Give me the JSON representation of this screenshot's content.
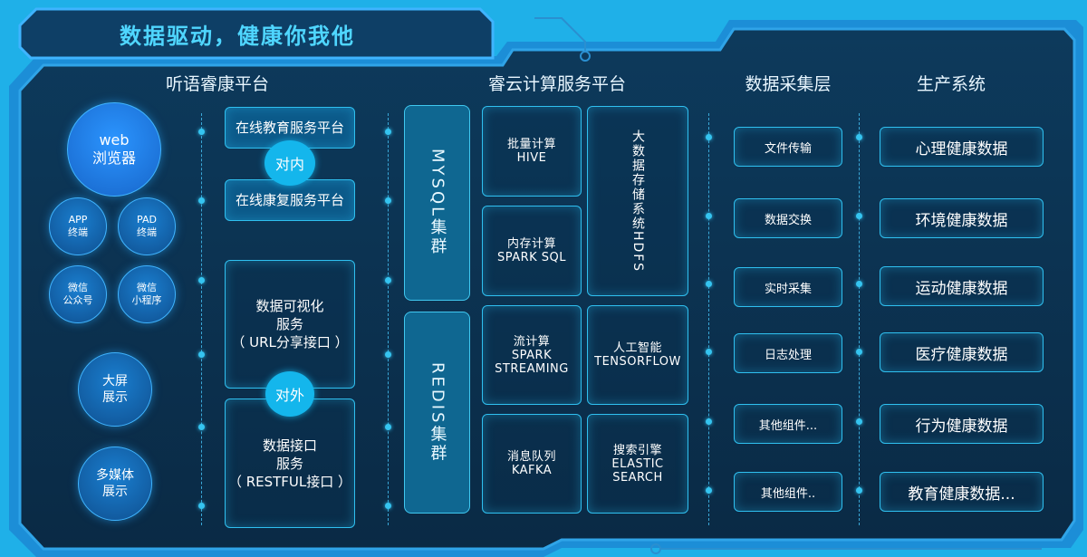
{
  "banner": {
    "title": "数据驱动，健康你我他"
  },
  "sections": {
    "platform": "听语睿康平台",
    "cloud": "睿云计算服务平台",
    "acquisition": "数据采集层",
    "production": "生产系统"
  },
  "clients": {
    "web": [
      "web",
      "浏览器"
    ],
    "app": [
      "APP",
      "终端"
    ],
    "pad": [
      "PAD",
      "终端"
    ],
    "wechat_official": [
      "微信",
      "公众号"
    ],
    "wechat_mini": [
      "微信",
      "小程序"
    ],
    "bigscreen": [
      "大屏",
      "展示"
    ],
    "multimedia": [
      "多媒体",
      "展示"
    ]
  },
  "services": {
    "education": "在线教育服务平台",
    "rehab": "在线康复服务平台",
    "internal": "对内",
    "visualization": [
      "数据可视化",
      "服务",
      "（ URL分享接口 ）"
    ],
    "external": "对外",
    "api": [
      "数据接口",
      "服务",
      "（ RESTFUL接口 ）"
    ]
  },
  "clusters": {
    "mysql": "MYSQL集群",
    "redis": "REDIS集群"
  },
  "compute": {
    "batch": [
      "批量计算",
      "HIVE"
    ],
    "memory": [
      "内存计算",
      "SPARK SQL"
    ],
    "hdfs": "大数据存储系统HDFS",
    "stream": [
      "流计算",
      "SPARK",
      "STREAMING"
    ],
    "ai": [
      "人工智能",
      "TENSORFLOW"
    ],
    "queue": [
      "消息队列",
      "KAFKA"
    ],
    "search": [
      "搜索引擎",
      "ELASTIC",
      "SEARCH"
    ]
  },
  "acquisition_items": [
    "文件传输",
    "数据交换",
    "实时采集",
    "日志处理",
    "其他组件...",
    "其他组件.."
  ],
  "production_items": [
    "心理健康数据",
    "环境健康数据",
    "运动健康数据",
    "医疗健康数据",
    "行为健康数据",
    "教育健康数据..."
  ],
  "colors": {
    "outer": "#1fb0e8",
    "panel": "#0c3150",
    "accent": "#2fc0f0",
    "title": "#4fd6ff"
  }
}
